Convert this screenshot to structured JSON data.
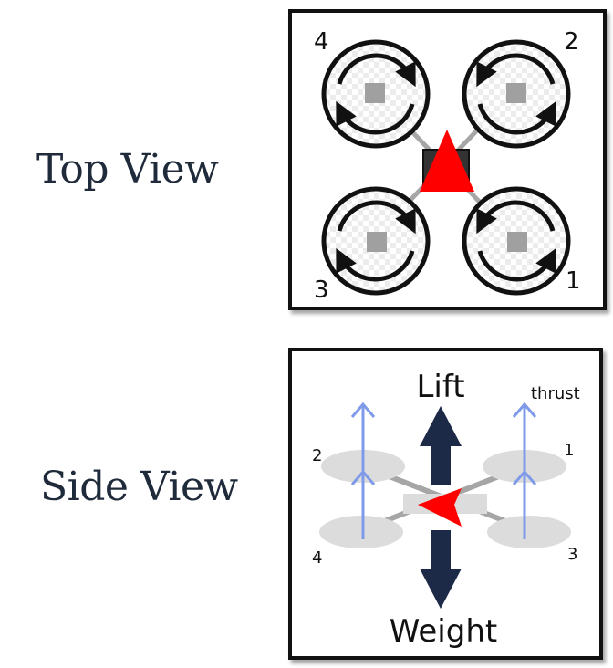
{
  "labels": {
    "top_view": "Top View",
    "side_view": "Side View"
  },
  "top_view": {
    "motor_numbers": [
      "4",
      "2",
      "3",
      "1"
    ]
  },
  "side_view": {
    "lift": "Lift",
    "weight": "Weight",
    "thrust": "thrust",
    "motor_numbers": [
      "2",
      "1",
      "4",
      "3"
    ]
  },
  "colors": {
    "heading_marker": "#ff0000",
    "force_arrow": "#1c2a48",
    "thrust_arrow": "#7f9ae8",
    "arm": "#a6a6a6",
    "motor": "#a0a0a0",
    "rotor_disc": "#dcdcdc"
  }
}
